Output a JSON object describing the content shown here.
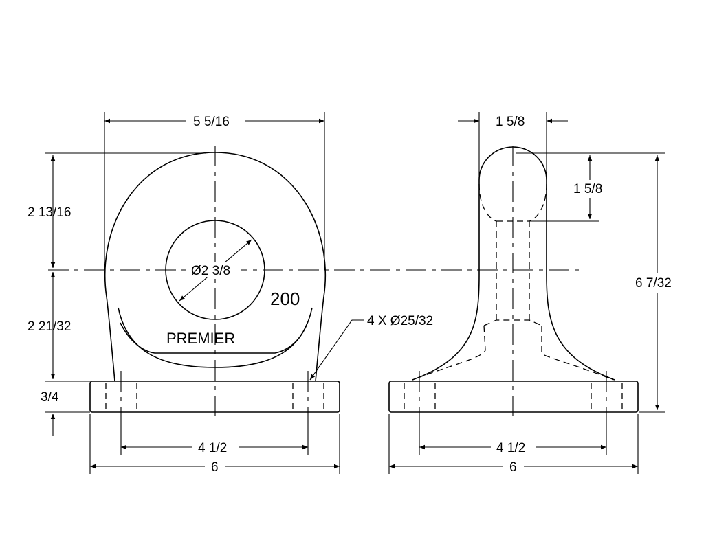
{
  "front_view": {
    "overall_width": "5 5/16",
    "upper_height": "2 13/16",
    "lower_height": "2 21/32",
    "base_thickness": "3/4",
    "hole_diameter": "Ø2 3/8",
    "rating": "200",
    "brand": "PREMIER",
    "mount_holes": "4 X Ø25/32",
    "hole_spacing": "4 1/2",
    "base_width": "6"
  },
  "side_view": {
    "ring_thickness": "1 5/8",
    "ring_height": "1 5/8",
    "overall_height": "6 7/32",
    "hole_spacing": "4 1/2",
    "base_width": "6"
  }
}
